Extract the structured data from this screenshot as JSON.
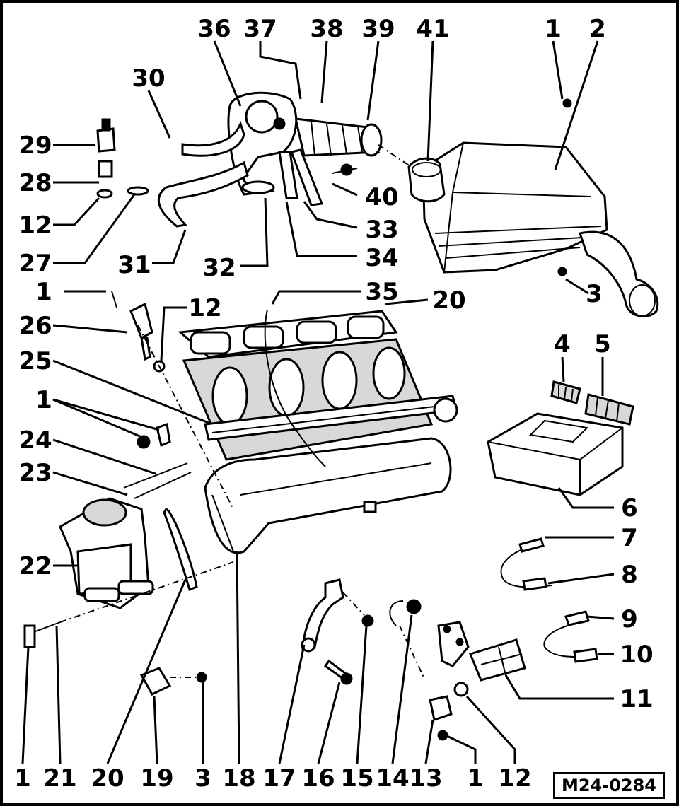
{
  "diagram": {
    "reference": "M24-0284",
    "callouts": [
      {
        "id": "c36",
        "text": "36"
      },
      {
        "id": "c37",
        "text": "37"
      },
      {
        "id": "c38",
        "text": "38"
      },
      {
        "id": "c39",
        "text": "39"
      },
      {
        "id": "c41",
        "text": "41"
      },
      {
        "id": "c1a",
        "text": "1"
      },
      {
        "id": "c2",
        "text": "2"
      },
      {
        "id": "c30",
        "text": "30"
      },
      {
        "id": "c29",
        "text": "29"
      },
      {
        "id": "c28",
        "text": "28"
      },
      {
        "id": "c12a",
        "text": "12"
      },
      {
        "id": "c27",
        "text": "27"
      },
      {
        "id": "c40",
        "text": "40"
      },
      {
        "id": "c33",
        "text": "33"
      },
      {
        "id": "c34",
        "text": "34"
      },
      {
        "id": "c31",
        "text": "31"
      },
      {
        "id": "c32",
        "text": "32"
      },
      {
        "id": "c1b",
        "text": "1"
      },
      {
        "id": "c35",
        "text": "35"
      },
      {
        "id": "c20a",
        "text": "20"
      },
      {
        "id": "c3a",
        "text": "3"
      },
      {
        "id": "c26",
        "text": "26"
      },
      {
        "id": "c12b",
        "text": "12"
      },
      {
        "id": "c25",
        "text": "25"
      },
      {
        "id": "c4",
        "text": "4"
      },
      {
        "id": "c5",
        "text": "5"
      },
      {
        "id": "c1c",
        "text": "1"
      },
      {
        "id": "c24",
        "text": "24"
      },
      {
        "id": "c23",
        "text": "23"
      },
      {
        "id": "c6",
        "text": "6"
      },
      {
        "id": "c7",
        "text": "7"
      },
      {
        "id": "c22",
        "text": "22"
      },
      {
        "id": "c8",
        "text": "8"
      },
      {
        "id": "c9",
        "text": "9"
      },
      {
        "id": "c10",
        "text": "10"
      },
      {
        "id": "c11",
        "text": "11"
      },
      {
        "id": "b1a",
        "text": "1"
      },
      {
        "id": "b21",
        "text": "21"
      },
      {
        "id": "b20",
        "text": "20"
      },
      {
        "id": "b19",
        "text": "19"
      },
      {
        "id": "b3",
        "text": "3"
      },
      {
        "id": "b18",
        "text": "18"
      },
      {
        "id": "b17",
        "text": "17"
      },
      {
        "id": "b16",
        "text": "16"
      },
      {
        "id": "b15",
        "text": "15"
      },
      {
        "id": "b14",
        "text": "14"
      },
      {
        "id": "b13",
        "text": "13"
      },
      {
        "id": "b1b",
        "text": "1"
      },
      {
        "id": "b12",
        "text": "12"
      }
    ]
  }
}
